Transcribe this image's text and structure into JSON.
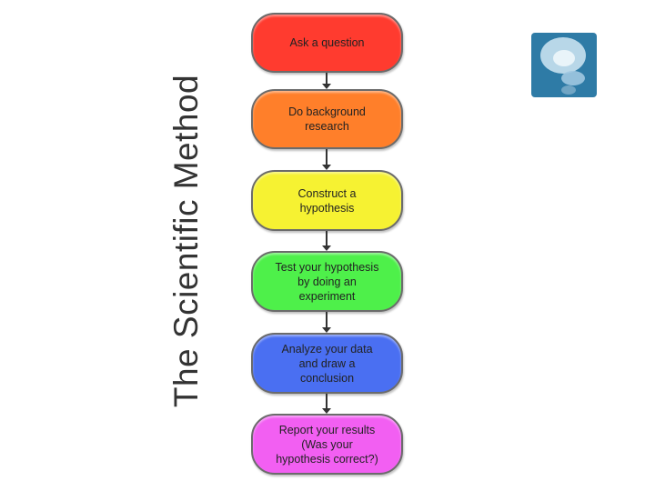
{
  "diagram": {
    "title": "The Scientific Method",
    "steps": [
      {
        "label": "Ask a question",
        "color": "#ff3b2f"
      },
      {
        "label": "Do background\nresearch",
        "color": "#ff7f2a"
      },
      {
        "label": "Construct a\nhypothesis",
        "color": "#f6f232"
      },
      {
        "label": "Test your hypothesis\nby doing an\nexperiment",
        "color": "#4ef04a"
      },
      {
        "label": "Analyze your data\nand draw a\nconclusion",
        "color": "#4a6ff2"
      },
      {
        "label": "Report your results\n(Was your\nhypothesis correct?)",
        "color": "#f25ff2"
      }
    ]
  },
  "decoration": {
    "icon": "thought-bubbles-icon",
    "icon_color": "#2e7ba6"
  }
}
